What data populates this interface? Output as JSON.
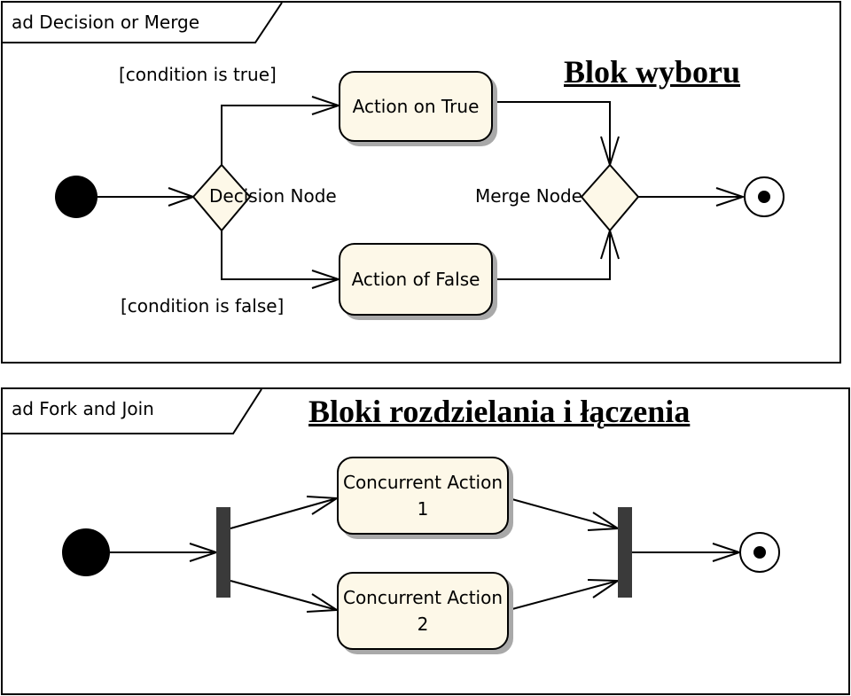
{
  "decision_panel": {
    "frame_label": "ad Decision or Merge",
    "heading": "Blok wyboru",
    "guard_true": "[condition is true]",
    "guard_false": "[condition is false]",
    "decision_node_label": "Decision Node",
    "merge_node_label": "Merge Node",
    "action_true": "Action on True",
    "action_false": "Action of False"
  },
  "fork_panel": {
    "frame_label": "ad Fork and Join",
    "heading": "Bloki rozdzielania i łączenia",
    "action_1": "Concurrent Action 1",
    "action_2": "Concurrent Action 2"
  },
  "colors": {
    "action_fill": "#fdf8e8",
    "shadow": "#a9a9a9",
    "bar": "#3a3a3a",
    "node": "#000000"
  }
}
